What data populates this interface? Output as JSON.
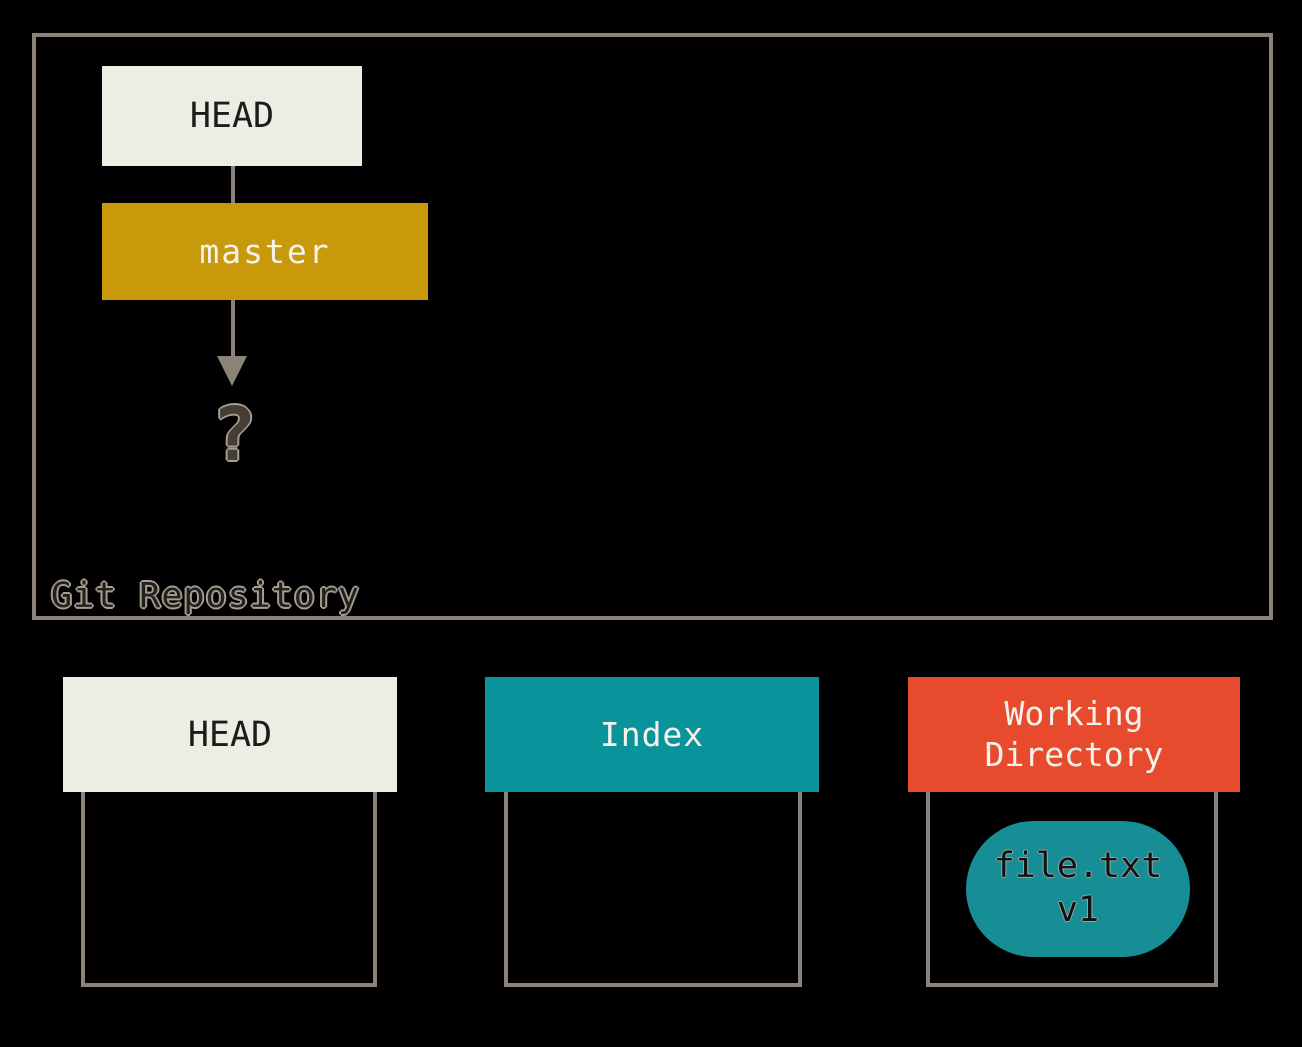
{
  "canvas": {
    "background": "#000000"
  },
  "colors": {
    "border_gray": "#8B8378",
    "cream": "#EEEDE4",
    "gold": "#C8990B",
    "teal": "#0A939A",
    "pill_teal": "#178D95",
    "orange": "#E84A2D",
    "dark_text": "#1C1C1C",
    "light_text": "#F4F2EA"
  },
  "repository": {
    "label": "Git Repository",
    "head_label": "HEAD",
    "master_label": "master",
    "question_mark": "?"
  },
  "areas": {
    "head": {
      "label": "HEAD"
    },
    "index": {
      "label": "Index"
    },
    "working_directory": {
      "label": "Working\nDirectory",
      "file_label": "file.txt\nv1"
    }
  }
}
